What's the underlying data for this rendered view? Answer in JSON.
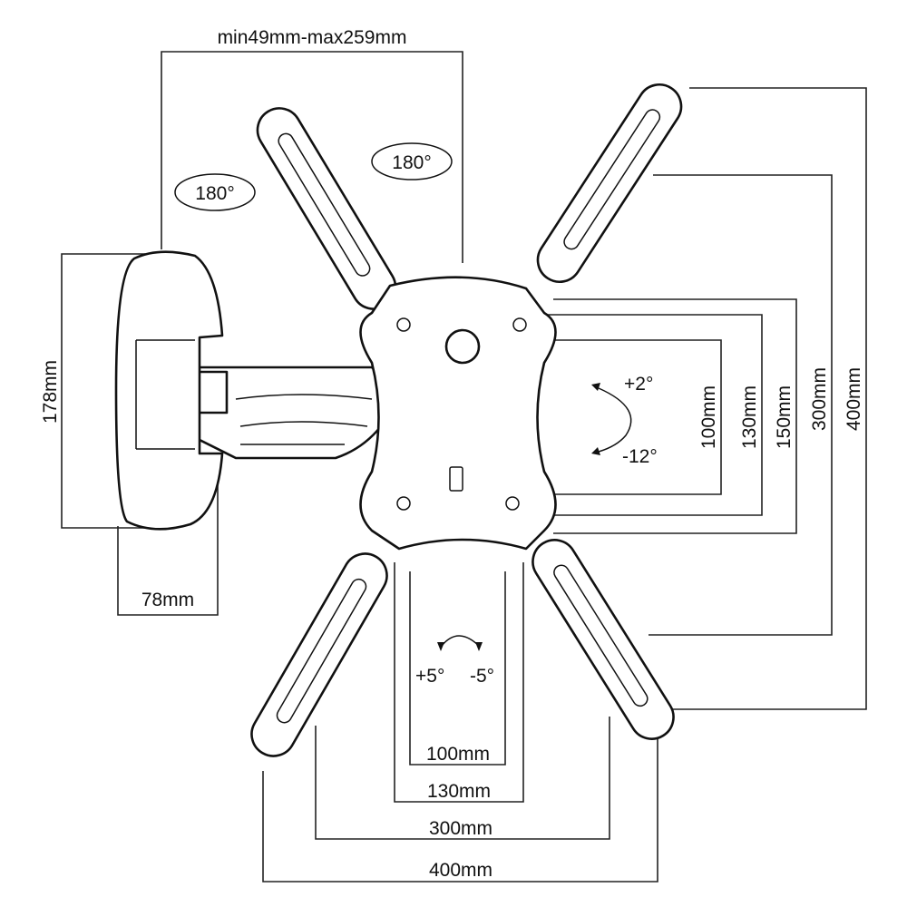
{
  "top_dimension": "min49mm-max259mm",
  "swivel_labels": [
    "180°",
    "180°"
  ],
  "wall_plate": {
    "height": "178mm",
    "depth": "78mm"
  },
  "tilt": {
    "up": "+2°",
    "down": "-12°"
  },
  "level": {
    "plus": "+5°",
    "minus": "-5°"
  },
  "vertical_vesa": [
    "100mm",
    "130mm",
    "150mm",
    "300mm",
    "400mm"
  ],
  "horizontal_vesa": [
    "100mm",
    "130mm",
    "300mm",
    "400mm"
  ]
}
